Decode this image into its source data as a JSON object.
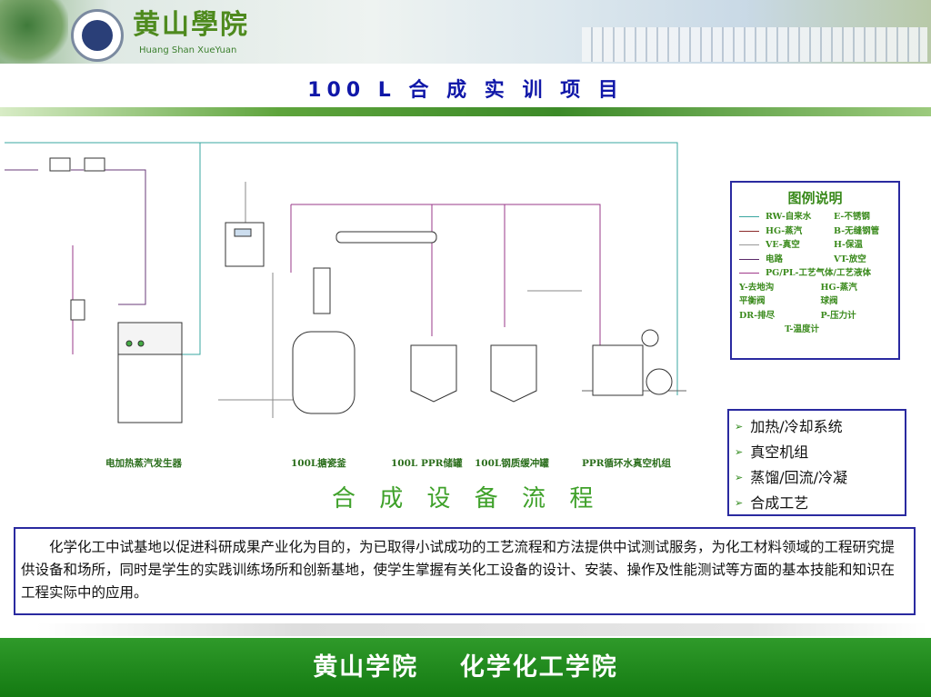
{
  "header": {
    "logo_cn": "黄山學院",
    "logo_en": "Huang Shan XueYuan"
  },
  "title": "100 L 合 成 实 训 项 目",
  "legend": {
    "title": "图例说明",
    "rows": [
      [
        "RW-自来水",
        "E-不锈钢"
      ],
      [
        "HG-蒸汽",
        "B-无缝钢管"
      ],
      [
        "VE-真空",
        "H-保温"
      ],
      [
        "电路",
        "VT-放空"
      ],
      [
        "PG/PL-工艺气体/工艺液体",
        ""
      ],
      [
        "Y-去地沟",
        "HG-蒸汽"
      ],
      [
        "平衡阀",
        "球阀"
      ],
      [
        "DR-排尽",
        "P-压力计"
      ],
      [
        "T-温度计",
        ""
      ]
    ],
    "line_colors": [
      "#3aa7a0",
      "#8a2a2a",
      "#999999",
      "#5a2a6a",
      "#a03a8a"
    ]
  },
  "equipment_labels": [
    "电加热蒸汽发生器",
    "100L搪瓷釜",
    "100L PPR储罐",
    "100L钢质缓冲罐",
    "PPR循环水真空机组"
  ],
  "flow_title": "合 成 设 备 流 程",
  "bullets": [
    "加热/冷却系统",
    "真空机组",
    "蒸馏/回流/冷凝",
    "合成工艺"
  ],
  "bullet_icon": "arrow-right-icon",
  "description": "化学化工中试基地以促进科研成果产业化为目的，为已取得小试成功的工艺流程和方法提供中试测试服务，为化工材料领域的工程研究提供设备和场所，同时是学生的实践训练场所和创新基地，使学生掌握有关化工设备的设计、安装、操作及性能测试等方面的基本技能和知识在工程实际中的应用。",
  "footer": "黄山学院    化学化工学院",
  "colors": {
    "title": "#1017a8",
    "green": "#2f8a1a",
    "border": "#2a2aa0"
  }
}
